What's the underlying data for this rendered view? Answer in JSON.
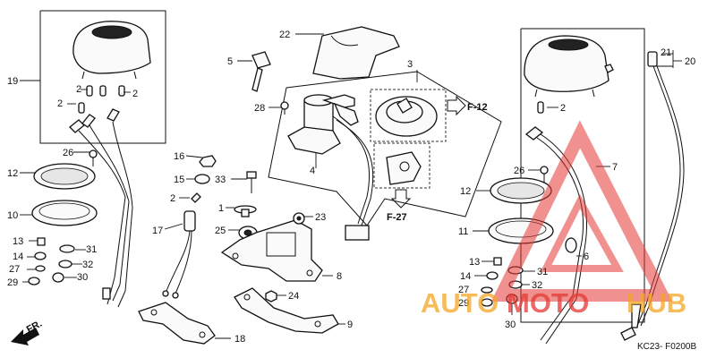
{
  "callouts": {
    "c1": "1",
    "c2a": "2",
    "c2b": "2",
    "c2c": "2",
    "c2d": "2",
    "c2e": "2",
    "c3": "3",
    "c4": "4",
    "c5": "5",
    "c6": "6",
    "c7": "7",
    "c8": "8",
    "c9": "9",
    "c10": "10",
    "c11": "11",
    "c12a": "12",
    "c12b": "12",
    "c13": "13",
    "c14a": "14",
    "c14b": "14",
    "c15": "15",
    "c16": "16",
    "c17": "17",
    "c18": "18",
    "c19": "19",
    "c20": "20",
    "c21": "21",
    "c22": "22",
    "c23": "23",
    "c24": "24",
    "c25": "25",
    "c26a": "26",
    "c26b": "26",
    "c27a": "27",
    "c27b": "27",
    "c28": "28",
    "c29a": "29",
    "c29b": "29",
    "c30a": "30",
    "c30b": "30",
    "c31a": "31",
    "c31b": "31",
    "c32a": "32",
    "c32b": "32",
    "c33": "33"
  },
  "refs": {
    "f12": "F-12",
    "f27": "F-27"
  },
  "direction": "FR.",
  "diagram_code": "KC23- F0200B",
  "watermark": {
    "part1": "AUTO",
    "part2": "MOTO",
    "part3": "HUB"
  },
  "colors": {
    "line": "#111111",
    "watermark_red": "#e53935",
    "watermark_orange": "#f5a623"
  }
}
